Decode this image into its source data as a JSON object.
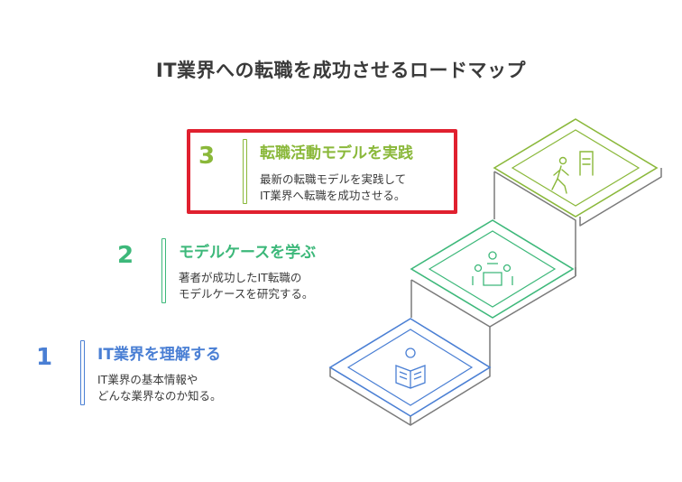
{
  "title": "IT業界への転職を成功させるロードマップ",
  "colors": {
    "step1": "#4a7fd4",
    "step2": "#3db87a",
    "step3": "#8ab83a",
    "highlight": "#e0202f",
    "stair_gray": "#7a7a7a"
  },
  "steps": [
    {
      "number": "1",
      "heading": "IT業界を理解する",
      "desc_line1": "IT業界の基本情報や",
      "desc_line2": "どんな業界なのか知る。",
      "icon": "reading-person-icon"
    },
    {
      "number": "2",
      "heading": "モデルケースを学ぶ",
      "desc_line1": "著者が成功したIT転職の",
      "desc_line2": "モデルケースを研究する。",
      "icon": "meeting-table-icon"
    },
    {
      "number": "3",
      "heading": "転職活動モデルを実践",
      "desc_line1": "最新の転職モデルを実践して",
      "desc_line2": "IT業界へ転職を成功させる。",
      "icon": "walking-to-door-icon"
    }
  ]
}
